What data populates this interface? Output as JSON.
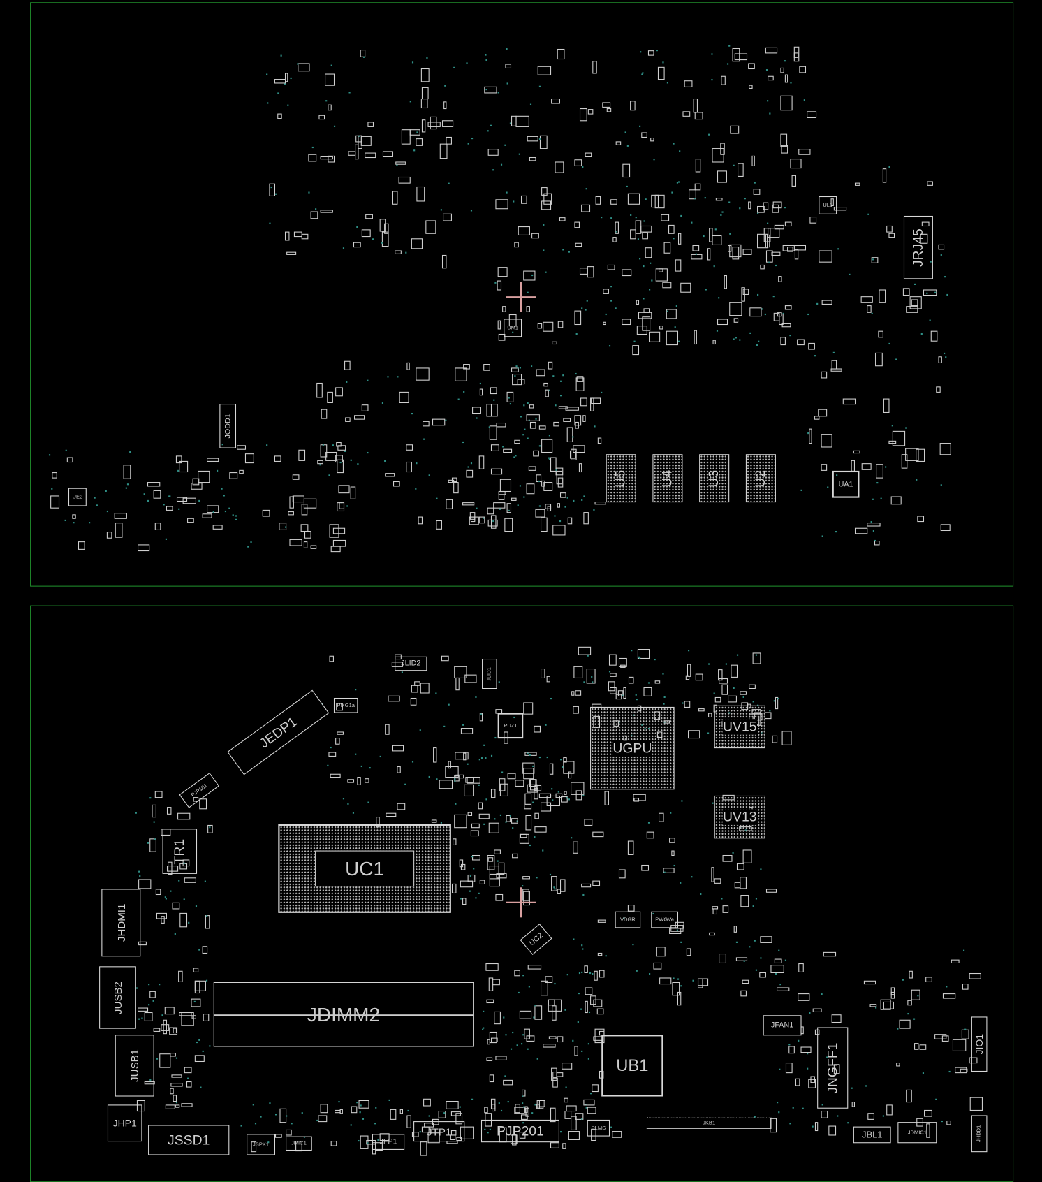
{
  "colors": {
    "board_outline": "#1f8a2a",
    "silkscreen": "#d8d8d8",
    "via": "#2f8f86",
    "marker": "#d9a0a0"
  },
  "top_board": {
    "components": {
      "JRJ45": "JRJ45",
      "JODD1": "JODD1",
      "U5": "U5",
      "U4": "U4",
      "U3": "U3",
      "U2": "U2",
      "UA1": "UA1",
      "UM1": "UM1",
      "UL1": "UL1",
      "UE1": "UE2"
    }
  },
  "bottom_board": {
    "components": {
      "JLID2": "JLID2",
      "JLID1": "JLID1",
      "JEDP1": "JEDP1",
      "PJP101": "PJP101",
      "PMG1": "PMG1a",
      "PUZ1": "PUZ1",
      "TR1": "TR1",
      "UC1": "UC1",
      "UGPU": "UGPU",
      "UV15": "UV15",
      "UV13": "UV13",
      "JHDMI1": "JHDMI1",
      "JUSB2": "JUSB2",
      "JUSB1": "JUSB1",
      "JDIMM2": "JDIMM2",
      "UC2": "UC2",
      "UB1": "UB1",
      "JFAN1": "JFAN1",
      "JNGFF1": "JNGFF1",
      "JIO1": "JIO1",
      "JHP1": "JHP1",
      "JSSD1": "JSSD1",
      "JSPK1": "JSPK1",
      "JMIC1": "JMIC1",
      "JFP1": "JFP1",
      "JTP1": "JTP1",
      "PJP201": "PJP201",
      "PLMS": "PLMS",
      "JKB1": "JKB1",
      "JBL1": "JBL1",
      "JDMIC1": "JDMIC1",
      "JHDD1": "JHDD1",
      "VR1": "VDGR",
      "VR2": "PWGVe"
    }
  }
}
